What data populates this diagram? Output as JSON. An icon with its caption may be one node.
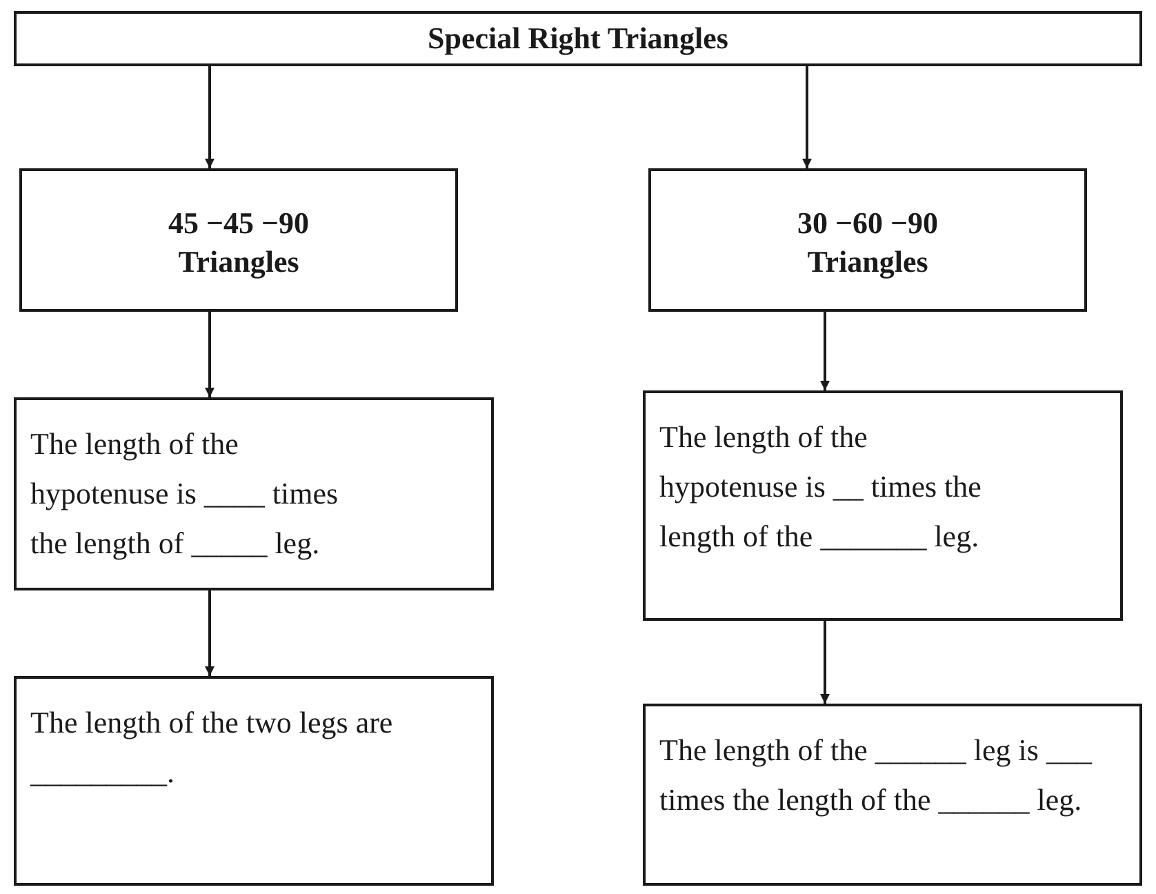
{
  "diagram": {
    "nodes": [
      {
        "text": [
          "Special Right Triangles"
        ]
      },
      {
        "text": [
          "45 −45 −90 Triangles"
        ]
      },
      {
        "text": [
          "30 −60 −90 Triangles"
        ]
      },
      {
        "text": [
          "The length of the hypotenuse is ____ times the length of _____ leg."
        ]
      },
      {
        "text": [
          "The length of the hypotenuse is __ times the length of the _______ leg."
        ]
      },
      {
        "text": [
          "The length of the two legs are _________."
        ]
      },
      {
        "text": [
          "The length of the ______ leg is ___ times the length of the ______ leg."
        ]
      }
    ],
    "edges": [
      {
        "from": 0,
        "to": 1,
        "arrow": "to"
      },
      {
        "from": 0,
        "to": 2,
        "arrow": "to"
      },
      {
        "from": 1,
        "to": 3,
        "arrow": "to"
      },
      {
        "from": 2,
        "to": 4,
        "arrow": "to"
      },
      {
        "from": 3,
        "to": 5,
        "arrow": "to"
      },
      {
        "from": 4,
        "to": 6,
        "arrow": "to"
      }
    ]
  }
}
